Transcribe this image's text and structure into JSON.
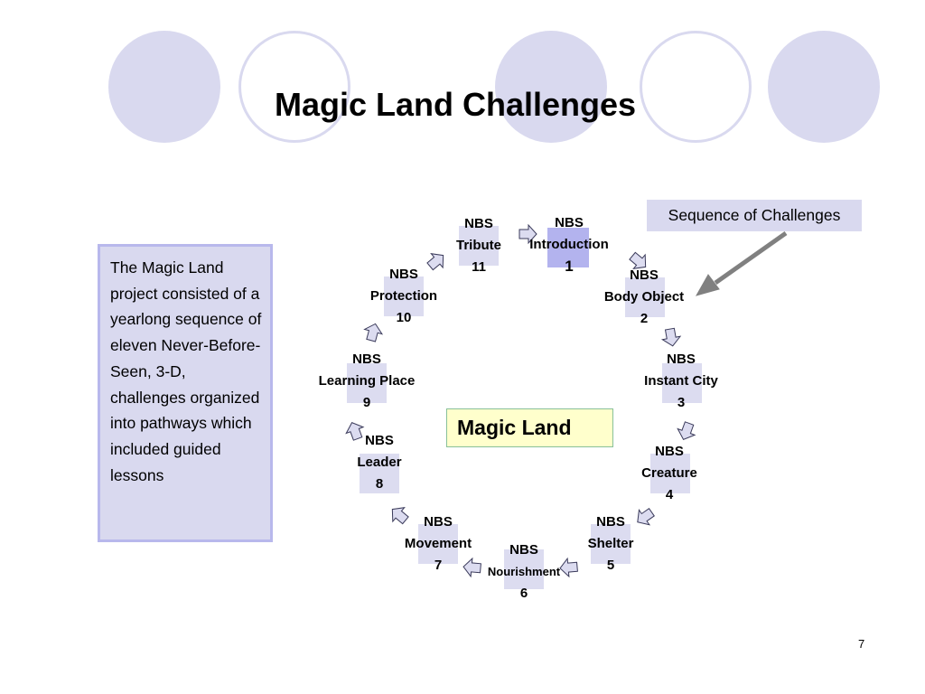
{
  "slide": {
    "title": "Magic Land Challenges",
    "description": "The Magic Land project consisted of a yearlong sequence of eleven Never-Before-Seen, 3-D, challenges organized into pathways which included guided lessons",
    "legend": "Sequence of Challenges",
    "center": "Magic Land",
    "page_number": "7"
  },
  "nodes": [
    {
      "prefix": "NBS",
      "name": "Introduction",
      "number": "1"
    },
    {
      "prefix": "NBS",
      "name": "Body Object",
      "number": "2"
    },
    {
      "prefix": "NBS",
      "name": "Instant City",
      "number": "3"
    },
    {
      "prefix": "NBS",
      "name": "Creature",
      "number": "4"
    },
    {
      "prefix": "NBS",
      "name": "Shelter",
      "number": "5"
    },
    {
      "prefix": "NBS",
      "name": "Nourishment",
      "number": "6"
    },
    {
      "prefix": "NBS",
      "name": "Movement",
      "number": "7"
    },
    {
      "prefix": "NBS",
      "name": "Leader",
      "number": "8"
    },
    {
      "prefix": "NBS",
      "name": "Learning Place",
      "number": "9"
    },
    {
      "prefix": "NBS",
      "name": "Protection",
      "number": "10"
    },
    {
      "prefix": "NBS",
      "name": "Tribute",
      "number": "11"
    }
  ],
  "colors": {
    "decor_circle": "#d9d9ef",
    "node_fill": "#dcdcf0",
    "node_highlight": "#b3b3ee",
    "center_fill": "#ffffcc",
    "legend_arrow": "#808080"
  }
}
